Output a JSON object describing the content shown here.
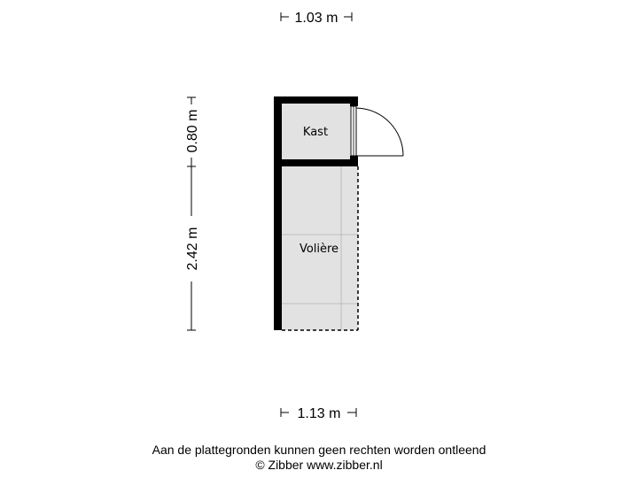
{
  "dimensions": {
    "top_width": "1.03 m",
    "bottom_width": "1.13 m",
    "upper_height": "0.80 m",
    "lower_height": "2.42 m"
  },
  "rooms": [
    {
      "label": "Kast"
    },
    {
      "label": "Volière"
    }
  ],
  "footer": {
    "disclaimer": "Aan de plattegronden kunnen geen rechten worden ontleend",
    "copyright": "© Zibber www.zibber.nl"
  },
  "colors": {
    "wall": "#000000",
    "floor": "#e2e2e2",
    "grid_line": "#bdbdbd",
    "background": "#ffffff"
  }
}
